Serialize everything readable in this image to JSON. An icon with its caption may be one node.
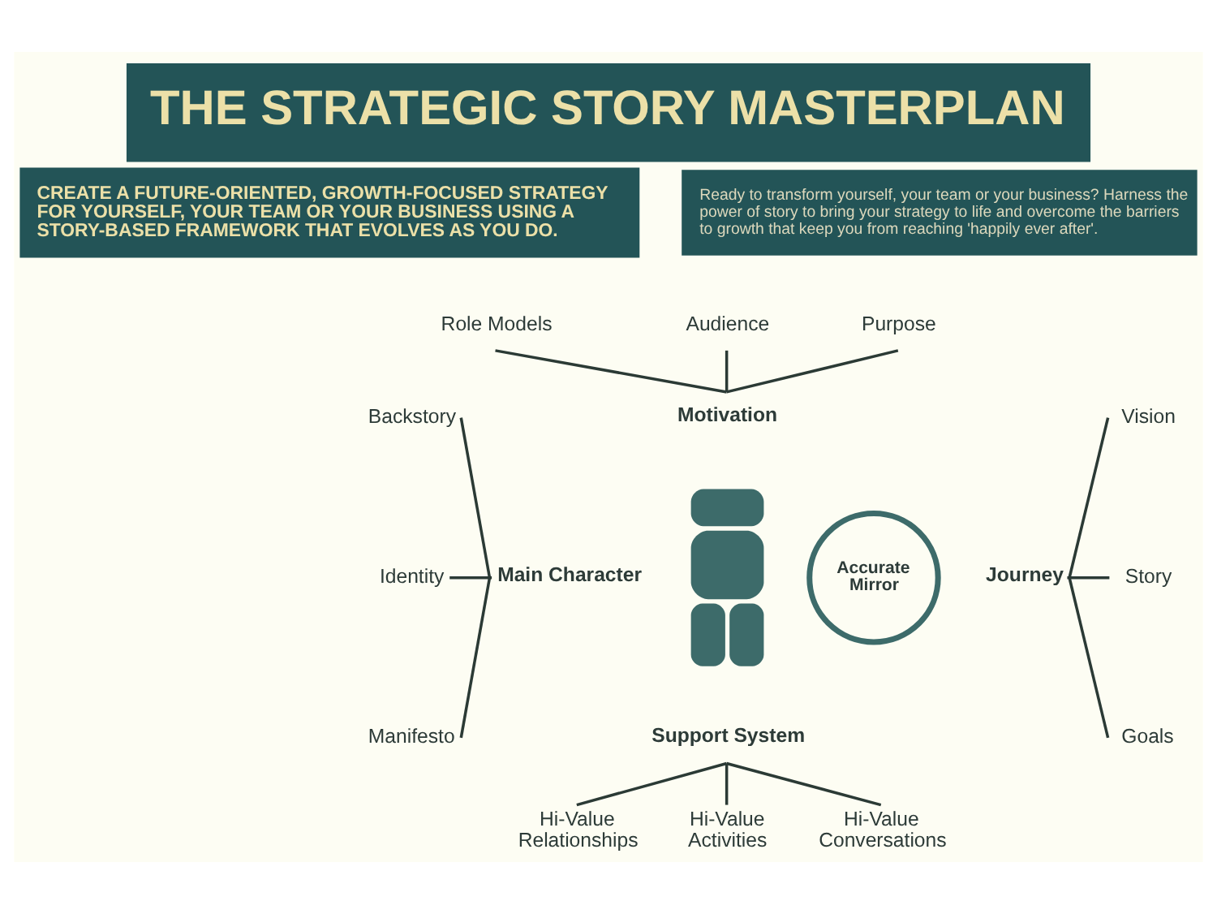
{
  "diagram": {
    "title": "THE STRATEGIC STORY MASTERPLAN",
    "nodes": [
      {
        "text": [
          "Role Models"
        ]
      },
      {
        "text": [
          "Audience"
        ]
      },
      {
        "text": [
          "Purpose"
        ]
      },
      {
        "text": [
          "Backstory"
        ]
      },
      {
        "text": [
          "Motivation"
        ]
      },
      {
        "text": [
          "Vision"
        ]
      },
      {
        "text": [
          "Identity"
        ]
      },
      {
        "text": [
          "Main Character"
        ]
      },
      {
        "text": [],
        "shape": "person"
      },
      {
        "text": [
          "Accurate Mirror"
        ]
      },
      {
        "text": [
          "Journey"
        ]
      },
      {
        "text": [
          "Story"
        ]
      },
      {
        "text": [
          "Manifesto"
        ]
      },
      {
        "text": [
          "Support System"
        ]
      },
      {
        "text": [
          "Goals"
        ]
      },
      {
        "text": [
          "Hi-Value Relationships"
        ]
      },
      {
        "text": [
          "Hi-Value Activities"
        ]
      },
      {
        "text": [
          "Hi-Value Conversations"
        ]
      }
    ],
    "edges": [
      {
        "from": 0,
        "to": 4,
        "arrow": "none"
      },
      {
        "from": 1,
        "to": 4,
        "arrow": "none"
      },
      {
        "from": 2,
        "to": 4,
        "arrow": "none"
      },
      {
        "from": 3,
        "to": 7,
        "arrow": "none"
      },
      {
        "from": 6,
        "to": 7,
        "arrow": "none"
      },
      {
        "from": 12,
        "to": 7,
        "arrow": "none"
      },
      {
        "from": 5,
        "to": 10,
        "arrow": "none"
      },
      {
        "from": 11,
        "to": 10,
        "arrow": "none"
      },
      {
        "from": 14,
        "to": 10,
        "arrow": "none"
      },
      {
        "from": 13,
        "to": 15,
        "arrow": "none"
      },
      {
        "from": 13,
        "to": 16,
        "arrow": "none"
      },
      {
        "from": 13,
        "to": 17,
        "arrow": "none"
      }
    ],
    "labels": [
      "CREATE A FUTURE-ORIENTED, GROWTH-FOCUSED STRATEGY FOR YOURSELF, YOUR TEAM OR YOUR BUSINESS USING A STORY-BASED FRAMEWORK THAT EVOLVES AS YOU DO.",
      "Ready to transform yourself, your team or your business? Harness the power of story to bring your strategy to life and overcome the barriers to growth that keep you from reaching 'happily ever after'."
    ]
  }
}
